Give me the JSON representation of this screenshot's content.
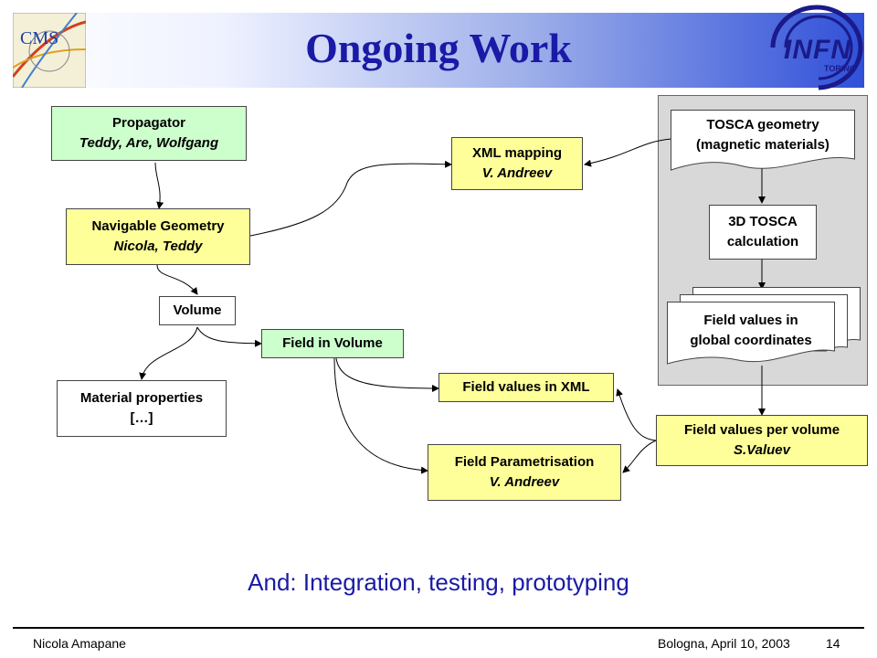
{
  "title": "Ongoing Work",
  "logos": {
    "cms": "CMS",
    "infn": "INFN",
    "infn_sub": "TORINO"
  },
  "nodes": {
    "propagator": {
      "label": "Propagator",
      "people": "Teddy, Are, Wolfgang"
    },
    "navigable_geometry": {
      "label": "Navigable Geometry",
      "people": "Nicola, Teddy"
    },
    "volume": {
      "label": "Volume"
    },
    "field_in_volume": {
      "label": "Field in Volume"
    },
    "material_properties": {
      "label": "Material properties",
      "detail": "[…]"
    },
    "xml_mapping": {
      "label": "XML mapping",
      "people": "V. Andreev"
    },
    "field_values_xml": {
      "label": "Field values in XML"
    },
    "field_parametrisation": {
      "label": "Field Parametrisation",
      "people": "V. Andreev"
    },
    "tosca_geometry": {
      "line1": "TOSCA geometry",
      "line2": "(magnetic materials)"
    },
    "tosca_calc": {
      "line1": "3D TOSCA",
      "line2": "calculation"
    },
    "field_values_global": {
      "line1": "Field values in",
      "line2": "global coordinates"
    },
    "field_values_per_volume": {
      "label": "Field values per volume",
      "people": "S.Valuev"
    }
  },
  "bottom_text": "And: Integration, testing, prototyping",
  "footer": {
    "author": "Nicola Amapane",
    "place_date": "Bologna, April 10, 2003",
    "page": "14"
  },
  "colors": {
    "title": "#1a1aa6",
    "green_box": "#ccffcc",
    "yellow_box": "#ffff99",
    "panel": "#d8d8d8"
  }
}
